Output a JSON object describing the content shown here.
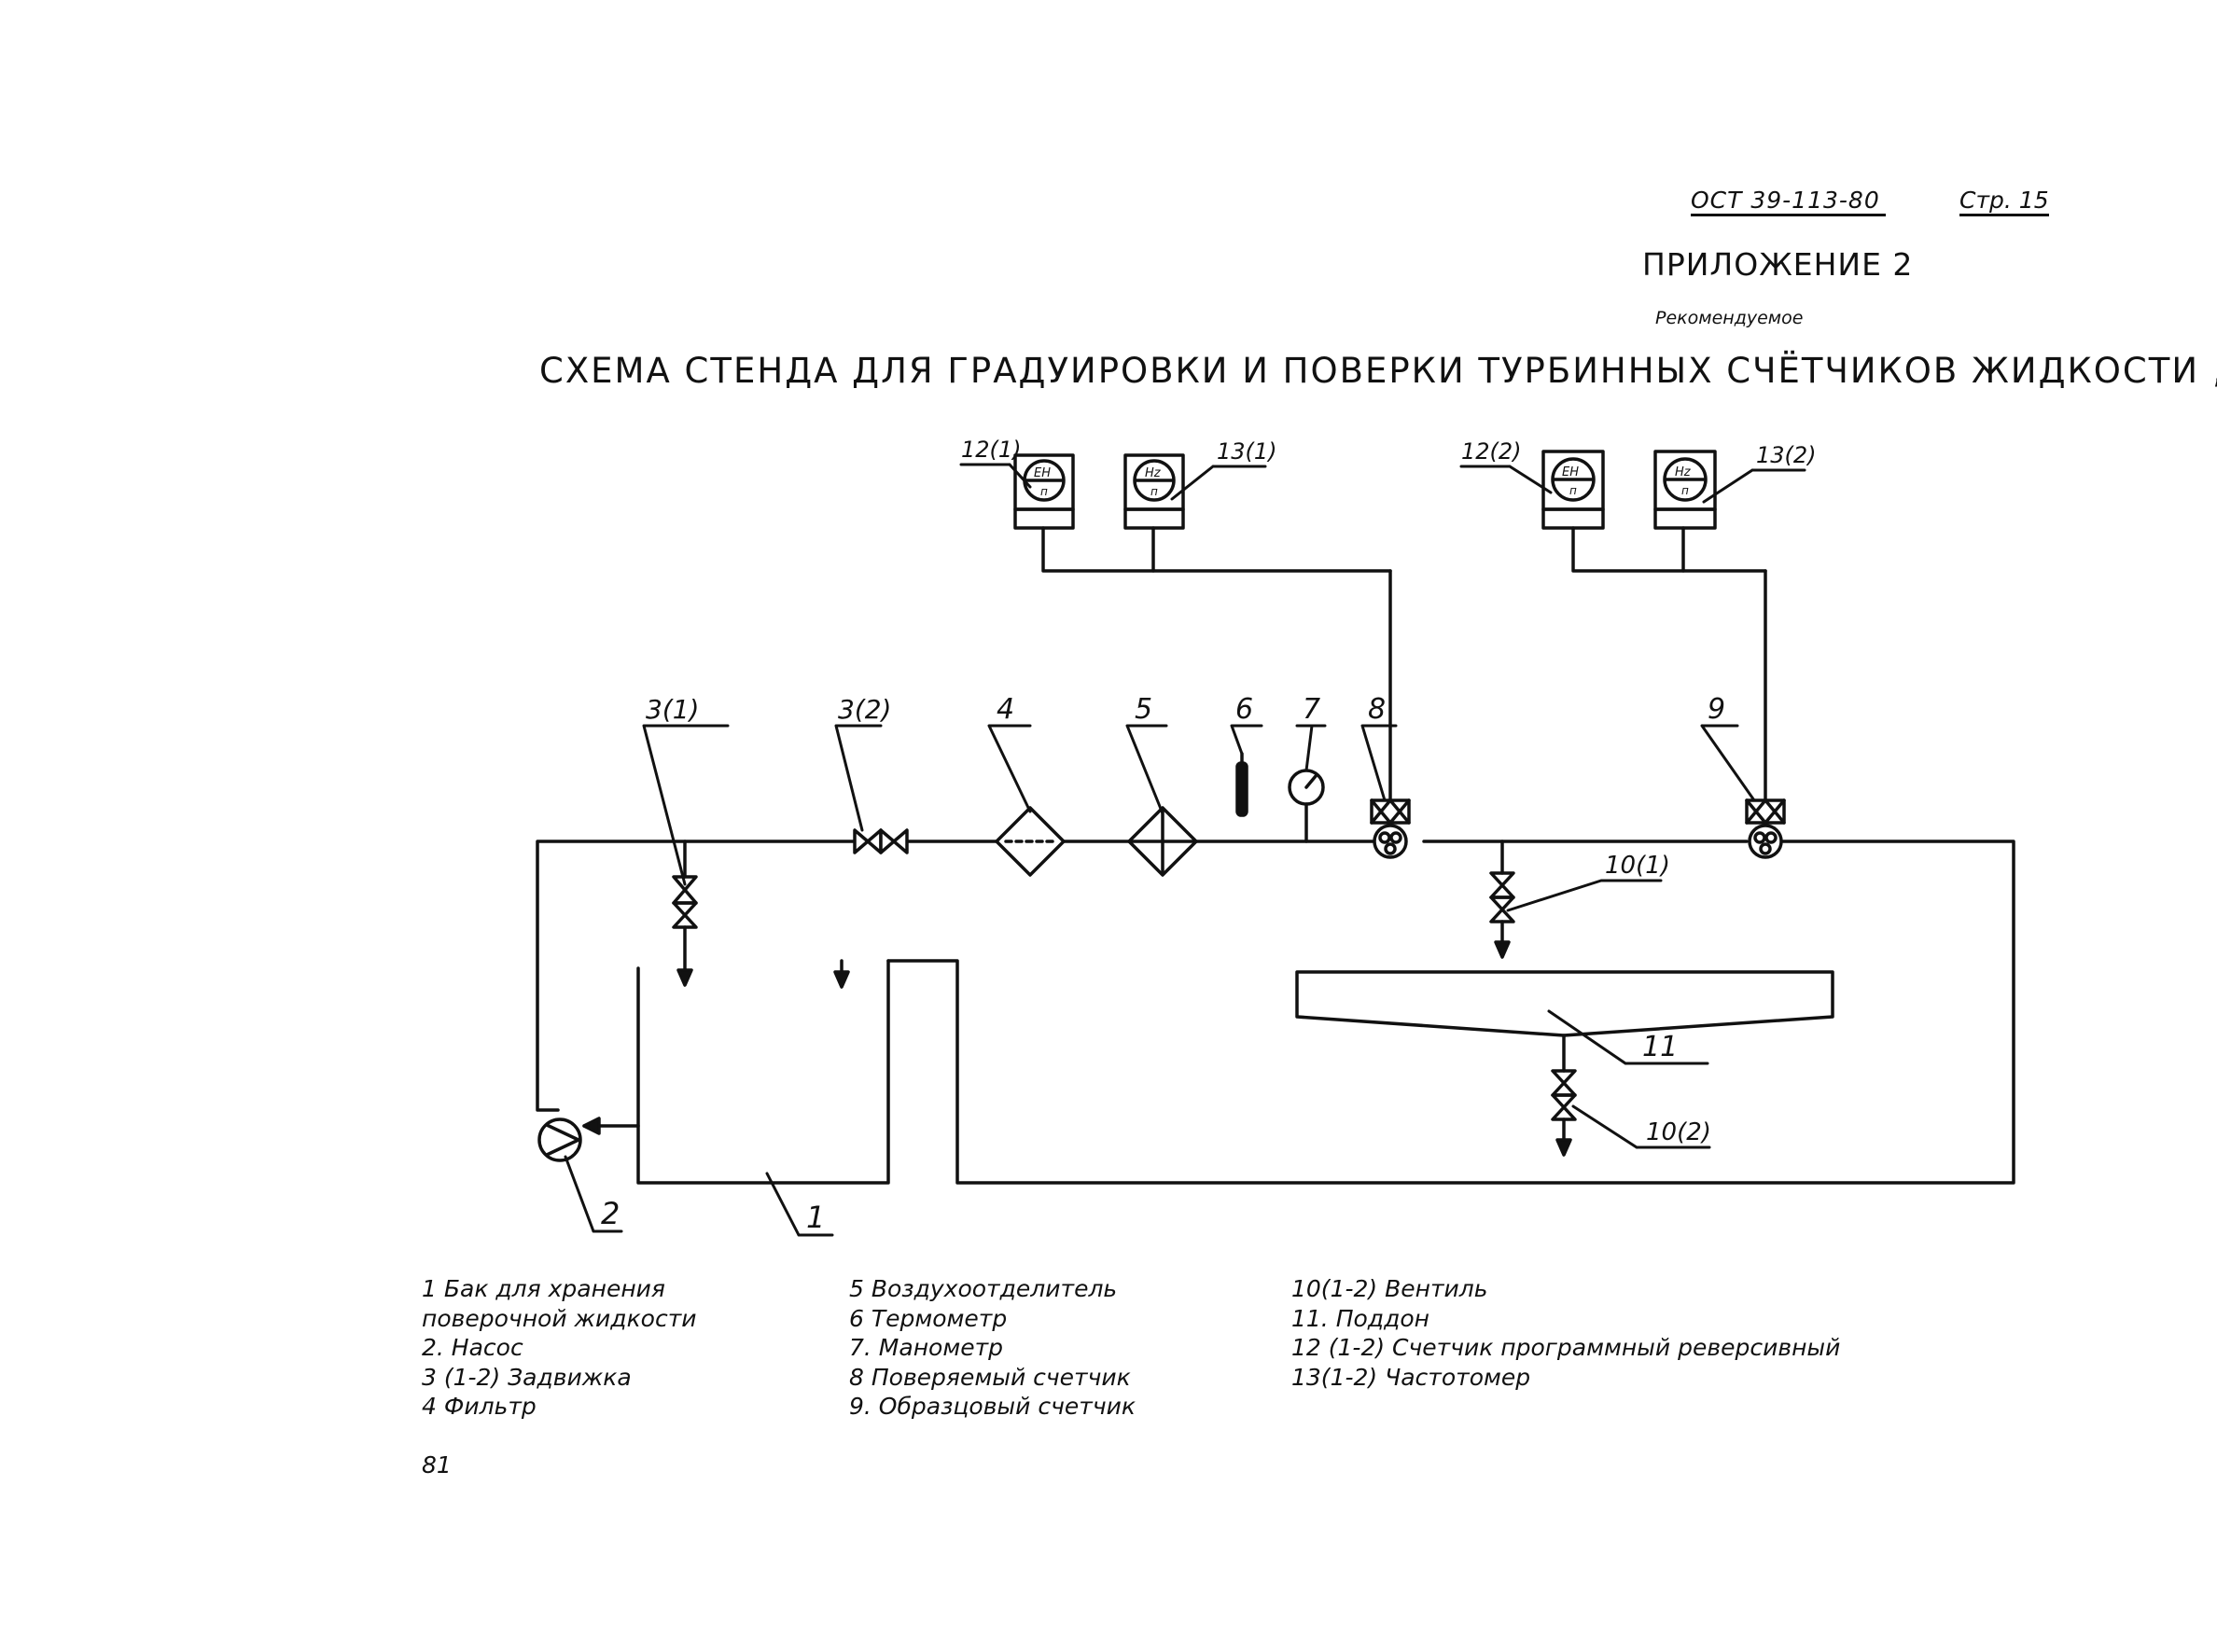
{
  "header": {
    "doc_code": "ОСТ 39-113-80",
    "sheet": "Стр. 15",
    "appendix": "ПРИЛОЖЕНИЕ 2",
    "status": "Рекомендуемое",
    "title": "СХЕМА СТЕНДА ДЛЯ ГРАДУИРОВКИ И ПОВЕРКИ ТУРБИННЫХ СЧЁТЧИКОВ ЖИДКОСТИ „ТОР“"
  },
  "callouts": {
    "c3_1": "3(1)",
    "c3_2": "3(2)",
    "c4": "4",
    "c5": "5",
    "c6": "6",
    "c7": "7",
    "c8": "8",
    "c9": "9",
    "c10_1": "10(1)",
    "c10_2": "10(2)",
    "c11": "11",
    "c1": "1",
    "c2": "2",
    "c12_1": "12(1)",
    "c13_1": "13(1)",
    "c12_2": "12(2)",
    "c13_2": "13(2)"
  },
  "instrument_faces": {
    "counter_label": "ЕН",
    "freq_label": "Нz",
    "sub_label": "п"
  },
  "legend": {
    "col1": [
      "1  Бак для хранения",
      "поверочной жидкости",
      "2.  Насос",
      "3 (1-2)  Задвижка",
      "4  Фильтр"
    ],
    "col2": [
      "5  Воздухоотделитель",
      "6  Термометр",
      "7.  Манометр",
      "8  Поверяемый счетчик",
      "9. Образцовый счетчик"
    ],
    "col3": [
      "10(1-2)  Вентиль",
      "11.   Поддон",
      "12 (1-2) Счетчик программный реверсивный",
      "13(1-2)  Частотомер"
    ]
  },
  "page_number": "81"
}
